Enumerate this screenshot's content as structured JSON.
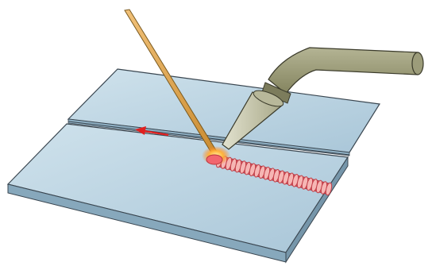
{
  "colors": {
    "background": "#ffffff",
    "plate_top": "#b3cfdf",
    "plate_top_light": "#cfe2ec",
    "plate_edge": "#7f9fb3",
    "plate_outline": "#3a4650",
    "filler_rod": "#e6a64a",
    "filler_rod_dark": "#b97a26",
    "weld_bead": "#e8606a",
    "weld_bead_light": "#f6b6b4",
    "torch_body": "#9a9a78",
    "torch_nozzle": "#c8c8ae",
    "flame": "#ff9a2a",
    "direction_arrow": "#e02020"
  },
  "icons": {
    "plate": "workpiece-plates",
    "rod": "filler-rod",
    "torch": "welding-torch",
    "arrow": "welding-direction-arrow",
    "bead": "weld-bead"
  }
}
